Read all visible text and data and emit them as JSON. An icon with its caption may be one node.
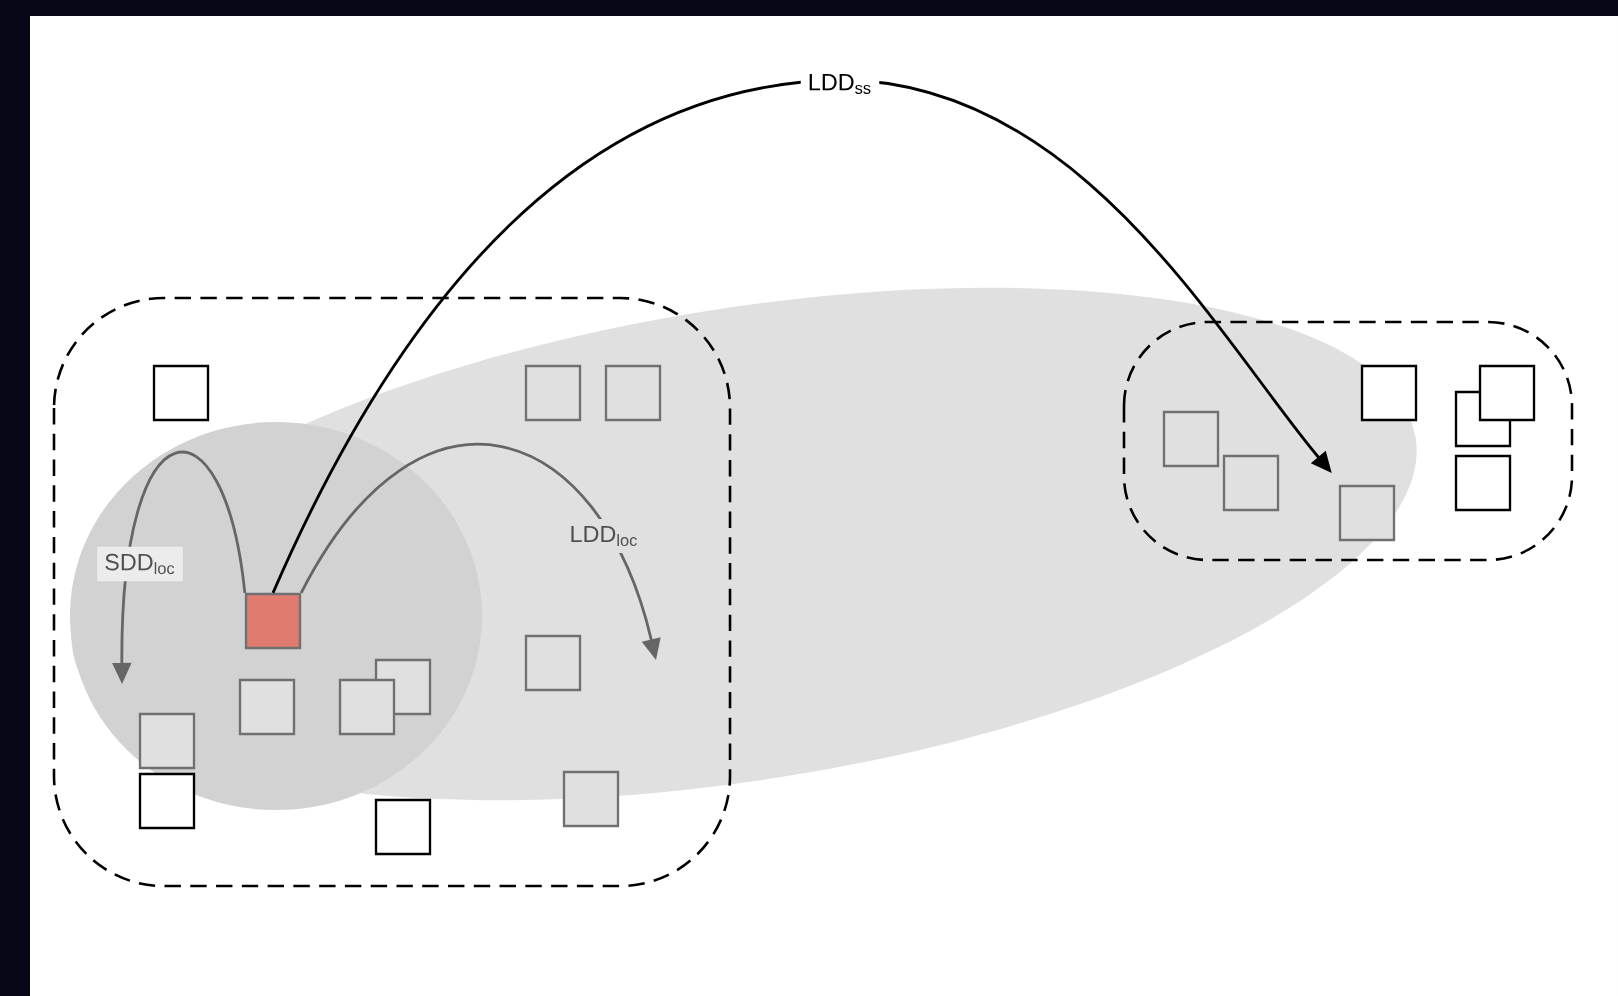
{
  "diagram": {
    "nodes": [
      {
        "text": [],
        "shape": "box"
      },
      {
        "text": [],
        "shape": "box"
      },
      {
        "text": [],
        "shape": "box"
      },
      {
        "text": [],
        "shape": "box"
      },
      {
        "text": [],
        "shape": "box"
      },
      {
        "text": [],
        "shape": "box"
      },
      {
        "text": [],
        "shape": "box"
      },
      {
        "text": [],
        "shape": "box"
      },
      {
        "text": [],
        "shape": "box"
      },
      {
        "text": [],
        "shape": "box"
      },
      {
        "text": [],
        "shape": "box"
      },
      {
        "text": [],
        "shape": "box"
      },
      {
        "text": [],
        "shape": "box"
      },
      {
        "text": [],
        "shape": "box"
      },
      {
        "text": [],
        "shape": "box"
      },
      {
        "text": [],
        "shape": "box"
      },
      {
        "text": [],
        "shape": "box"
      },
      {
        "text": [],
        "shape": "box"
      },
      {
        "text": [],
        "shape": "box"
      }
    ],
    "edges": [
      {
        "from": 10,
        "to": 9,
        "arrow": "to",
        "label": "LDD$_{ss}$",
        "color": "#000000"
      },
      {
        "from": 10,
        "to": null,
        "arrow": "to",
        "label": "SDD$_{loc}$",
        "color": "#666666"
      },
      {
        "from": 10,
        "to": null,
        "arrow": "to",
        "label": "LDD$_{loc}$",
        "color": "#666666"
      }
    ]
  }
}
